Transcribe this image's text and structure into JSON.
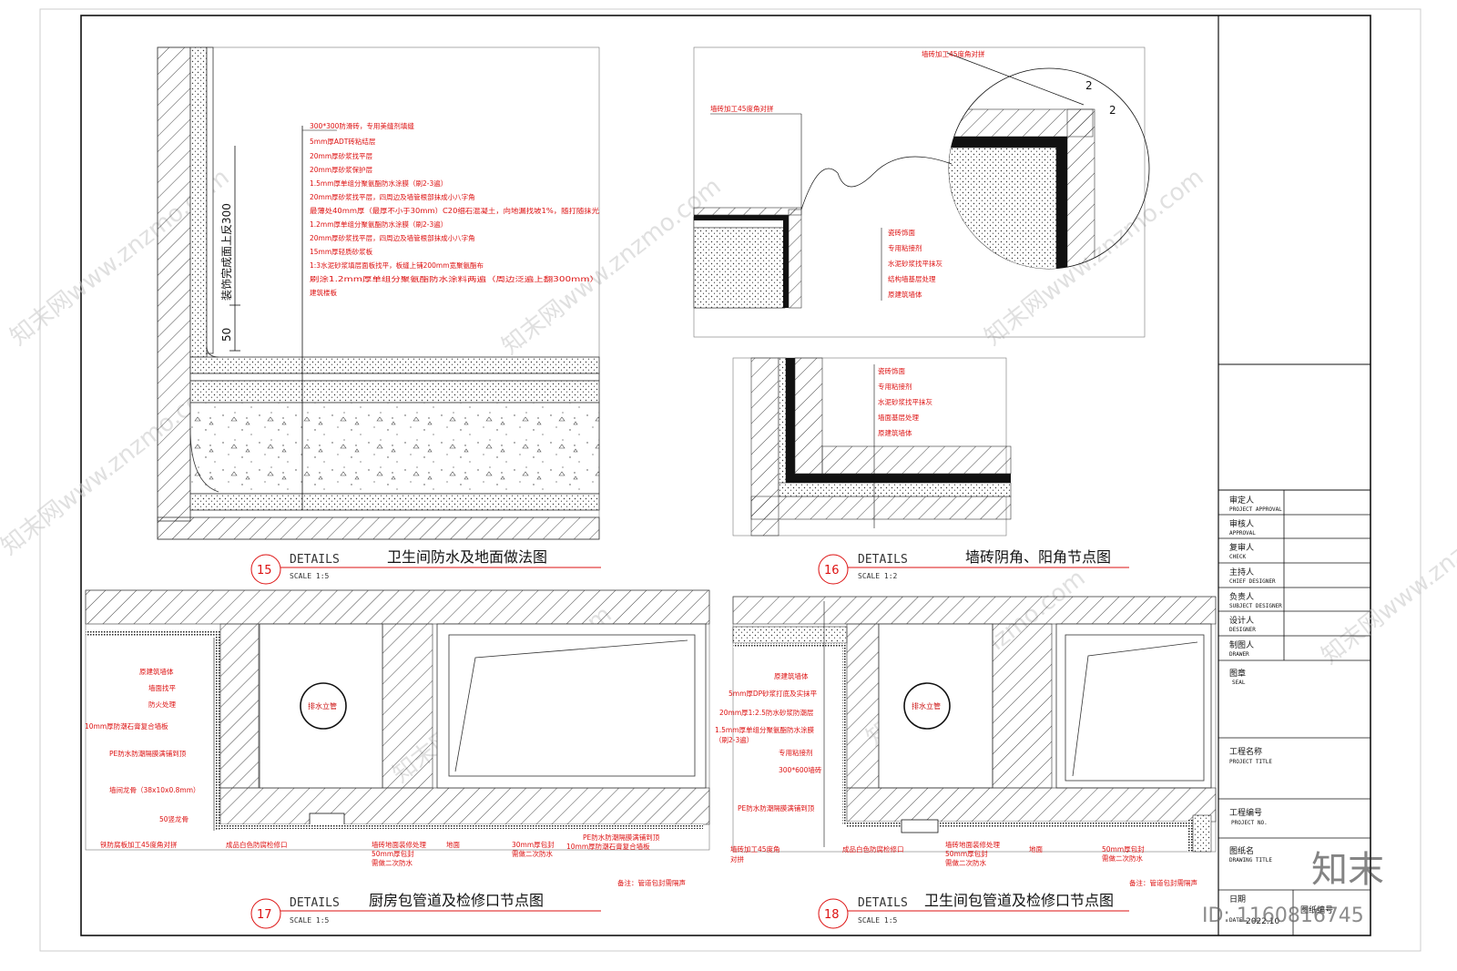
{
  "title_block": {
    "rows": [
      {
        "label": "审定人",
        "sub": "PROJECT APPROVAL"
      },
      {
        "label": "审核人",
        "sub": "APPROVAL"
      },
      {
        "label": "复审人",
        "sub": "CHECK"
      },
      {
        "label": "主持人",
        "sub": "CHIEF DESIGNER"
      },
      {
        "label": "负责人",
        "sub": "SUBJECT DESIGNER"
      },
      {
        "label": "设计人",
        "sub": "DESIGNER"
      },
      {
        "label": "制图人",
        "sub": "DRAWER"
      }
    ],
    "seal": {
      "label": "图章",
      "sub": "SEAL"
    },
    "project_title": {
      "label": "工程名称",
      "sub": "PROJECT TITLE"
    },
    "project_no": {
      "label": "工程编号",
      "sub": "PROJECT NO."
    },
    "drawing_name": {
      "label": "图纸名",
      "sub": "DRAWING TITLE"
    },
    "date": {
      "label": "日期",
      "sub": "DATE",
      "value": "2022.10"
    },
    "drawing_no": {
      "label": "图纸编号"
    }
  },
  "brand": {
    "logo_text": "知末",
    "id_text": "ID: 1160816745",
    "watermark": "知末网www.znzmo.com"
  },
  "details": [
    {
      "num": "15",
      "word": "DETAILS",
      "scale": "SCALE 1:5",
      "title": "卫生间防水及地面做法图"
    },
    {
      "num": "16",
      "word": "DETAILS",
      "scale": "SCALE 1:2",
      "title": "墙砖阴角、阳角节点图"
    },
    {
      "num": "17",
      "word": "DETAILS",
      "scale": "SCALE 1:5",
      "title": "厨房包管道及检修口节点图"
    },
    {
      "num": "18",
      "word": "DETAILS",
      "scale": "SCALE 1:5",
      "title": "卫生间包管道及检修口节点图"
    }
  ],
  "d15": {
    "dim_vertical": "装饰完成面上反300",
    "dim_50": "50",
    "notes": [
      "300*300防滑砖，专用美缝剂填缝",
      "5mm厚ADT砖粘结层",
      "20mm厚砂浆找平层",
      "20mm厚砂浆保护层",
      "1.5mm厚单组分聚氨酯防水涂膜（刷2-3遍）",
      "20mm厚砂浆找平层，四周边及墙管根部抹成小八字角",
      "最薄处40mm厚（最厚不小于30mm）C20细石混凝土，向地漏找坡1%，随打随抹光",
      "1.2mm厚单组分聚氨酯防水涂膜（刷2-3遍）",
      "20mm厚砂浆找平层，四周边及墙管根部抹成小八字角",
      "15mm厚轻质砂浆板",
      "1:3水泥砂浆填层面板找平，板缝上铺200mm宽聚氨酯布",
      "刷涂1.2mm厚单组分聚氨酯防水涂料两遍（周边泛遍上翻300mm）",
      "建筑楼板"
    ]
  },
  "d16": {
    "top_note": "墙砖加工45度角对拼",
    "left_note": "墙砖加工45度角对拼",
    "gap_a": "2",
    "gap_b": "2",
    "layers_upper": [
      "瓷砖饰面",
      "专用粘接剂",
      "水泥砂浆找平抹灰",
      "结构墙基层处理",
      "原建筑墙体"
    ],
    "layers_lower": [
      "瓷砖饰面",
      "专用粘接剂",
      "水泥砂浆找平抹灰",
      "墙面基层处理",
      "原建筑墙体"
    ]
  },
  "d17": {
    "pipe_label": "排水立管",
    "left_notes": [
      "原建筑墙体",
      "墙面找平",
      "防火处理",
      "10mm厚防潮石膏复合墙板",
      "PE防水防潮隔膜满铺到顶",
      "墙间龙骨（38x10x0.8mm）",
      "50竖龙骨",
      "铁防腐板加工45度角对拼"
    ],
    "bottom_notes": [
      "成品白色防腐检修口",
      "墙砖地面装修处理",
      "50mm厚包封",
      "需做二次防水",
      "地面",
      "30mm厚包封",
      "需做二次防水",
      "PE防水防潮隔膜满铺到顶",
      "10mm厚防潮石膏复合墙板"
    ],
    "remark": "备注：管道包封需隔声"
  },
  "d18": {
    "pipe_label": "排水立管",
    "left_notes": [
      "原建筑墙体",
      "5mm厚DP砂浆打底及实抹平",
      "20mm厚1:2.5防水砂浆防潮层",
      "1.5mm厚单组分聚氨酯防水涂膜",
      "（刷2-3遍）",
      "专用粘接剂",
      "300*600墙砖",
      "PE防水防潮隔膜满铺到顶",
      "墙砖加工45度角",
      "对拼"
    ],
    "bottom_notes": [
      "成品白色防腐检修口",
      "墙砖地面装修处理",
      "50mm厚包封",
      "需做二次防水",
      "地面",
      "50mm厚包封",
      "需做二次防水"
    ],
    "remark": "备注：管道包封需隔声"
  }
}
